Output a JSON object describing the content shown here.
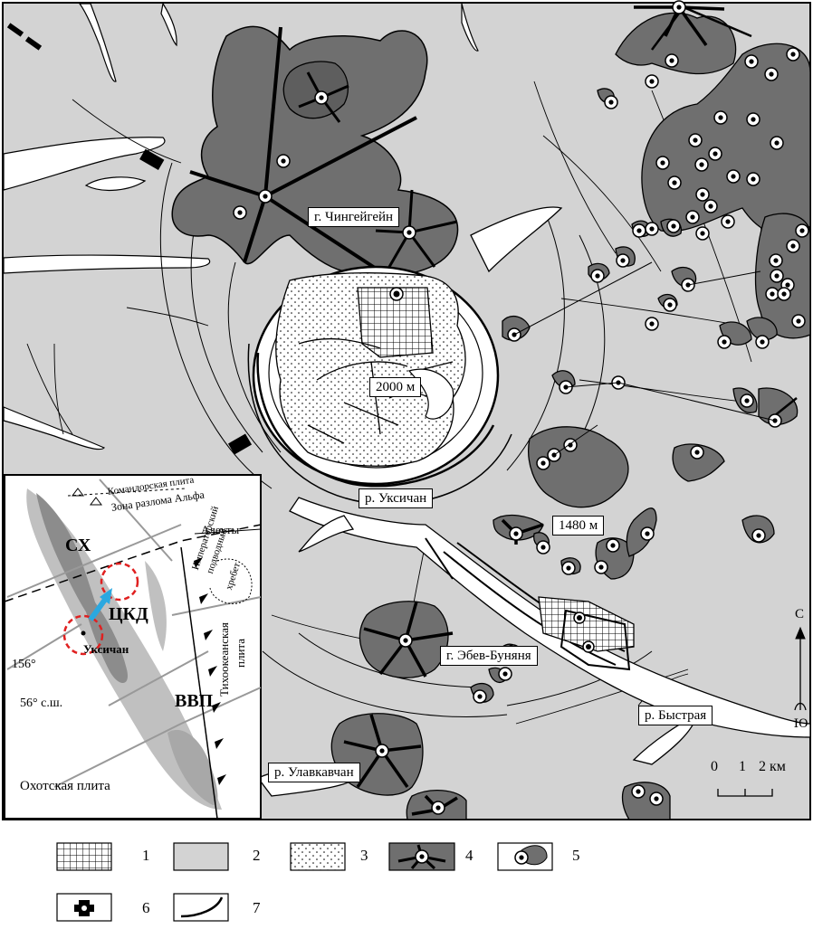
{
  "labels": {
    "chingeigein": "г. Чингейгейн",
    "elev2000": "2000 м",
    "uksichan_river": "р. Уксичан",
    "elev1480": "1480 м",
    "ebev": "г. Эбев-Буняня",
    "bystraya": "р. Быстрая",
    "ulavkavchan": "р. Улавкавчан"
  },
  "compass": {
    "north": "С",
    "south": "Ю"
  },
  "scale": {
    "t0": "0",
    "t1": "1",
    "t2": "2 км"
  },
  "inset": {
    "komandor": "Командорская плита",
    "alpha": "Зона разлома Альфа",
    "aleuty": "Алеуты",
    "imperator1": "Императорский",
    "imperator2": "подводный",
    "imperator3": "хребет",
    "pacific1": "Тихоокеанская",
    "pacific2": "плита",
    "sh": "СХ",
    "ckd": "ЦКД",
    "uksichan": "Уксичан",
    "lon": "156°",
    "lat": "56° с.ш.",
    "vvp": "ВВП",
    "okhotsk": "Охотская плита"
  },
  "legend": {
    "n1": "1",
    "n2": "2",
    "n3": "3",
    "n4": "4",
    "n5": "5",
    "n6": "6",
    "n7": "7"
  },
  "colors": {
    "field": "#d3d3d3",
    "volcano": "#6f6f6f",
    "river": "#ffffff",
    "inset_dark": "#8c8c8c",
    "inset_light": "#c0c0c0",
    "highlight": "#e02020",
    "arrow": "#2aa8e0"
  }
}
